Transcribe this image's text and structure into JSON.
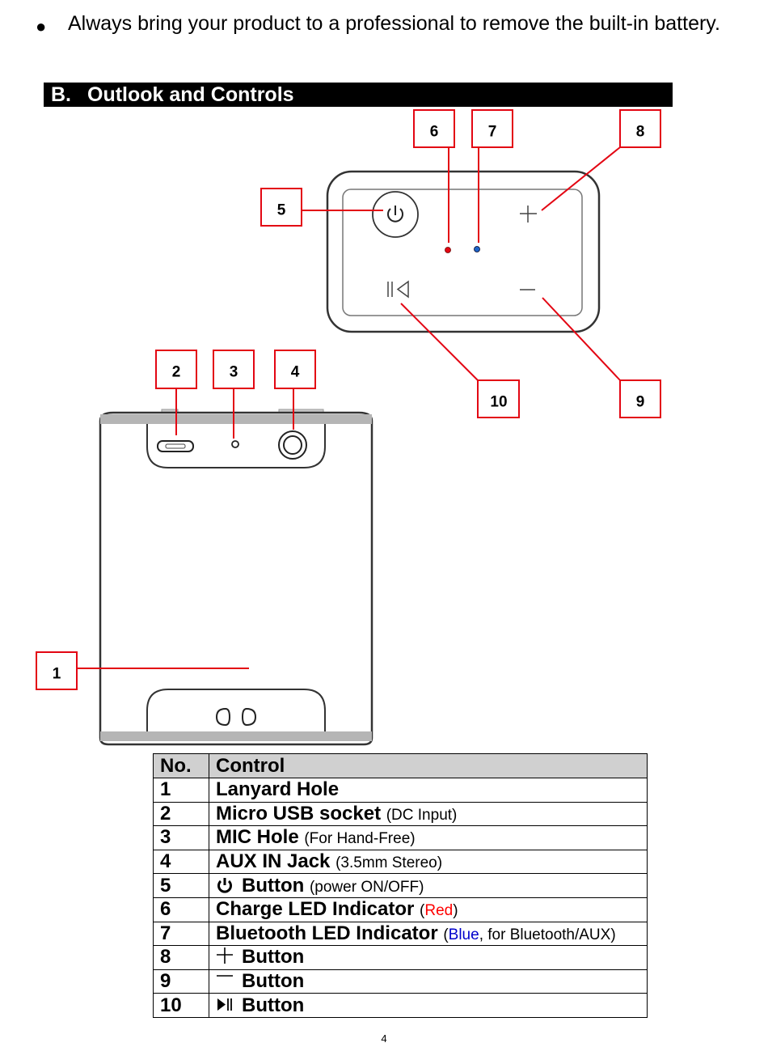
{
  "bullet": {
    "text": "Always bring your product to a professional to remove the built-in battery."
  },
  "section": {
    "letter": "B.",
    "title": "Outlook and Controls"
  },
  "callouts": [
    "1",
    "2",
    "3",
    "4",
    "5",
    "6",
    "7",
    "8",
    "9",
    "10"
  ],
  "table": {
    "headers": [
      "No.",
      "Control"
    ],
    "rows": [
      {
        "no": "1",
        "name": "Lanyard Hole"
      },
      {
        "no": "2",
        "name": "Micro USB socket",
        "detail": "(DC Input)"
      },
      {
        "no": "3",
        "name": "MIC Hole",
        "detail": "(For Hand-Free)"
      },
      {
        "no": "4",
        "name": "AUX IN Jack",
        "detail": "(3.5mm Stereo)"
      },
      {
        "no": "5",
        "icon": "power-icon",
        "name": "Button",
        "detail": "(power ON/OFF)"
      },
      {
        "no": "6",
        "name": "Charge LED Indicator",
        "detail_open": "(",
        "detail_color": "Red",
        "detail_close": ")"
      },
      {
        "no": "7",
        "name": "Bluetooth LED Indicator",
        "detail_open": "(",
        "detail_color": "Blue",
        "detail_close": ", for Bluetooth/AUX)"
      },
      {
        "no": "8",
        "icon": "plus-icon",
        "name": "Button"
      },
      {
        "no": "9",
        "icon": "minus-icon",
        "name": "Button"
      },
      {
        "no": "10",
        "icon": "play-pause-icon",
        "name": "Button"
      }
    ]
  },
  "colors": {
    "callout_red": "#e30613",
    "led_red": "#e30613",
    "led_blue": "#1e64c8",
    "header_gray": "#d0d0d0"
  },
  "page_number": "4"
}
